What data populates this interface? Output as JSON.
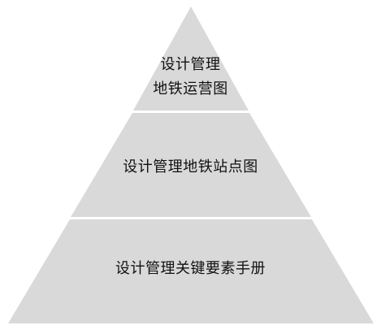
{
  "pyramid": {
    "fill_color": "#d9d9d9",
    "separator_color": "#ffffff",
    "tiers": [
      {
        "lines": [
          "设计管理",
          "地铁运营图"
        ]
      },
      {
        "lines": [
          "设计管理地铁站点图"
        ]
      },
      {
        "lines": [
          "设计管理关键要素手册"
        ]
      }
    ]
  }
}
